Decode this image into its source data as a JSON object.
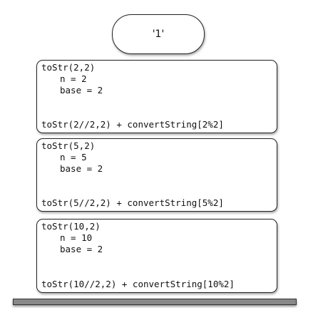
{
  "result": "'1'",
  "frames": [
    {
      "call": "toStr(2,2)",
      "vars": [
        "n = 2",
        "base = 2"
      ],
      "expression": "toStr(2//2,2) + convertString[2%2]"
    },
    {
      "call": "toStr(5,2)",
      "vars": [
        "n = 5",
        "base = 2"
      ],
      "expression": "toStr(5//2,2) + convertString[5%2]"
    },
    {
      "call": "toStr(10,2)",
      "vars": [
        "n = 10",
        "base = 2"
      ],
      "expression": "toStr(10//2,2) + convertString[10%2]"
    }
  ]
}
